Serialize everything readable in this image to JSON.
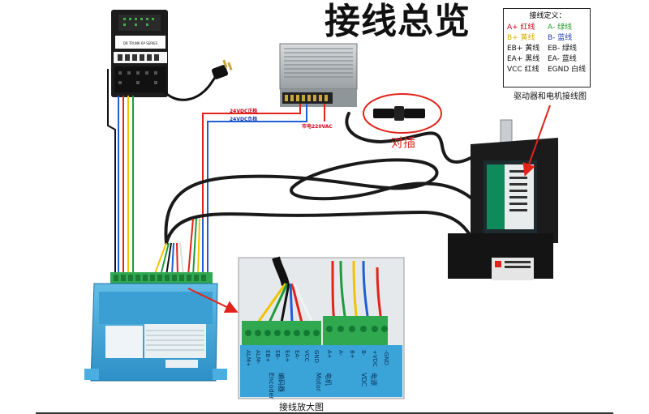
{
  "title": "接线总览",
  "legend": {
    "title": "接线定义：",
    "rows": [
      {
        "left": {
          "text": "A+ 红线",
          "color": "#d0021b"
        },
        "right": {
          "text": "A- 绿线",
          "color": "#2e9a2e"
        }
      },
      {
        "left": {
          "text": "B+ 黄线",
          "color": "#d4b000"
        },
        "right": {
          "text": "B- 蓝线",
          "color": "#1f3fb0"
        }
      },
      {
        "left": {
          "text": "EB+ 黄线",
          "color": "#111111"
        },
        "right": {
          "text": "EB- 绿线",
          "color": "#111111"
        }
      },
      {
        "left": {
          "text": "EA+ 黑线",
          "color": "#111111"
        },
        "right": {
          "text": "EA- 蓝线",
          "color": "#111111"
        }
      },
      {
        "left": {
          "text": "VCC 红线",
          "color": "#111111"
        },
        "right": {
          "text": "EGND 白线",
          "color": "#111111"
        }
      }
    ],
    "caption": "驱动器和电机接线图"
  },
  "power_labels": {
    "positive": "24VDC正极",
    "negative": "24VDC负极",
    "mains": "市电220VAC"
  },
  "mating_connector_label": "对插",
  "controller": {
    "label": "DB TRUNK 6P SERIES"
  },
  "zoom": {
    "caption": "接线放大图",
    "terminal_labels": [
      "ALM+",
      "ALM-",
      "EB+",
      "EB-",
      "EA+",
      "EA-",
      "VCC",
      "GND",
      "A+",
      "A-",
      "B+",
      "B-",
      "+VDC",
      "-GND"
    ],
    "group_labels": [
      "编码器",
      "Encoder",
      "电机",
      "Motor",
      "电源",
      "VDC"
    ]
  },
  "colors": {
    "wire_red": "#e2231a",
    "wire_blue": "#1f5fd6",
    "wire_yellow": "#f2c300",
    "wire_green": "#1f9a3c",
    "driver_blue": "#3aa3d8",
    "terminal_green": "#2fa84f",
    "arrow_red": "#e2231a"
  }
}
